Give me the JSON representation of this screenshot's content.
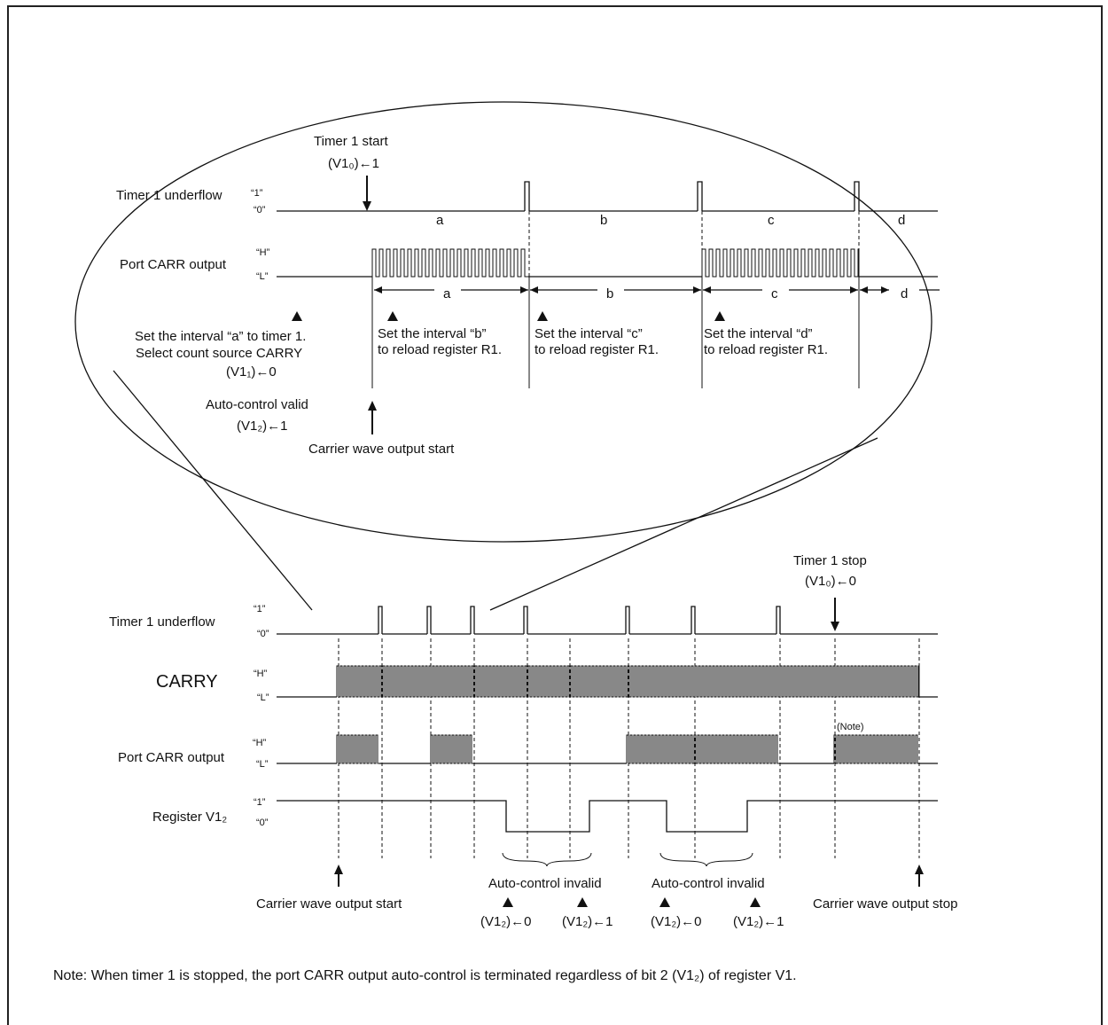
{
  "zoom": {
    "timer_start": "Timer 1 start",
    "timer_start_cmd": "(V1₀)←1",
    "underflow_label": "Timer 1 underflow",
    "level_1": "“1”",
    "level_0": "“0”",
    "level_H": "“H”",
    "level_L": "“L”",
    "carr_label": "Port CARR output",
    "intervals_underflow": [
      "a",
      "b",
      "c",
      "d"
    ],
    "intervals_arrow": [
      "a",
      "b",
      "c",
      "d"
    ],
    "set_a_line1": "Set the interval “a” to timer 1.",
    "set_a_line2": "Select count source CARRY",
    "set_a_cmd": "(V1₁)←0",
    "auto_valid": "Auto-control valid",
    "auto_valid_cmd": "(V1₂)←1",
    "carrier_start": "Carrier wave output start",
    "set_b_line1": "Set the interval “b”",
    "set_c_line1": "Set the interval “c”",
    "set_d_line1": "Set the interval “d”",
    "reload": "to reload register R1."
  },
  "main": {
    "timer_stop": "Timer 1 stop",
    "timer_stop_cmd": "(V1₀)←0",
    "underflow_label": "Timer 1 underflow",
    "carry_label": "CARRY",
    "carr_label": "Port CARR output",
    "reg_label": "Register V1₂",
    "level_1": "“1”",
    "level_0": "“0”",
    "level_H": "“H”",
    "level_L": "“L”",
    "note_mark": "(Note)",
    "carrier_start": "Carrier wave output start",
    "carrier_stop": "Carrier wave output stop",
    "auto_invalid_1": "Auto-control invalid",
    "auto_invalid_2": "Auto-control invalid",
    "cmd_v12_0_a": "(V1₂)←0",
    "cmd_v12_1_a": "(V1₂)←1",
    "cmd_v12_0_b": "(V1₂)←0",
    "cmd_v12_1_b": "(V1₂)←1"
  },
  "note": "Note: When timer 1 is stopped, the port CARR output auto-control is terminated regardless of bit 2 (V1₂) of register V1."
}
